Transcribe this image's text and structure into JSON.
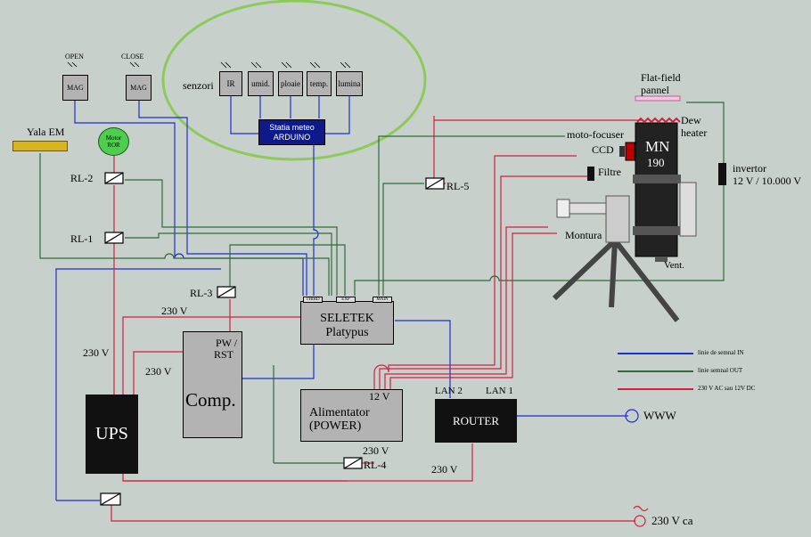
{
  "colors": {
    "background": "#c8d0cc",
    "signal_in": "#1d2fd0",
    "signal_out": "#2e6b3c",
    "power": "#d2203f",
    "ellipse": "#8ccb5a",
    "dark_box": "#111111",
    "grey_box": "#b3b3b3"
  },
  "weather": {
    "sensors_label": "senzori",
    "sensors": [
      "IR",
      "umid.",
      "ploaie",
      "temp.",
      "lumina"
    ],
    "arduino": "Statia meteo ARDUINO"
  },
  "mag": {
    "open_label": "OPEN",
    "close_label": "CLOSE",
    "box_label": "MAG"
  },
  "yala": "Yala EM",
  "motor": "Motor ROR",
  "relays": [
    "RL-1",
    "RL-2",
    "RL-3",
    "RL-4",
    "RL-5"
  ],
  "seletek": {
    "title": "SELETEK",
    "subtitle": "Platypus",
    "ports": [
      "THIRD",
      "EXP",
      "MAIN"
    ]
  },
  "comp": {
    "pw": "PW /",
    "rst": "RST",
    "name": "Comp."
  },
  "ups": "UPS",
  "alimentator": {
    "line1": "Alimentator",
    "line2": "(POWER)"
  },
  "router": {
    "name": "ROUTER",
    "lan1": "LAN 1",
    "lan2": "LAN 2"
  },
  "www": "WWW",
  "mains": "230 V ca",
  "voltages": {
    "v230": "230 V",
    "v12": "12 V"
  },
  "telescope": {
    "flatfield": "Flat-field",
    "pannel": "pannel",
    "dew": "Dew",
    "heater": "heater",
    "focuser": "moto-focuser",
    "ccd": "CCD",
    "filtre": "Filtre",
    "mn": "MN",
    "mn_num": "190",
    "montura": "Montura",
    "vent": "Vent."
  },
  "invertor": {
    "line1": "invertor",
    "line2": "12 V / 10.000 V"
  },
  "legend": [
    {
      "label": "linie de semnal IN",
      "color": "#1d2fd0"
    },
    {
      "label": "linie semnal OUT",
      "color": "#2e6b3c"
    },
    {
      "label": "230 V AC sau 12V DC",
      "color": "#d2203f"
    }
  ]
}
